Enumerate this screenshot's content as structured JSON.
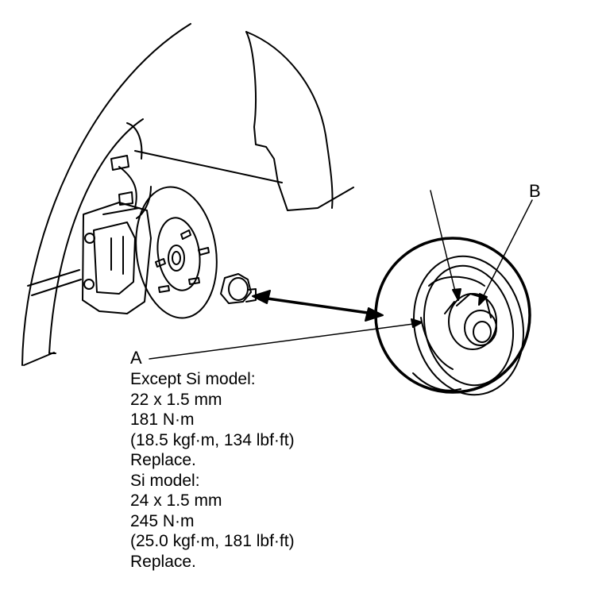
{
  "callouts": {
    "a": "A",
    "b": "B"
  },
  "specs": [
    "Except Si model:",
    "22 x 1.5 mm",
    "181 N·m",
    "(18.5 kgf·m, 134 lbf·ft)",
    "Replace.",
    "Si model:",
    "24 x 1.5 mm",
    "245 N·m",
    "(25.0 kgf·m, 181 lbf·ft)",
    "Replace."
  ],
  "colors": {
    "ink": "#000000",
    "paper": "#ffffff"
  }
}
